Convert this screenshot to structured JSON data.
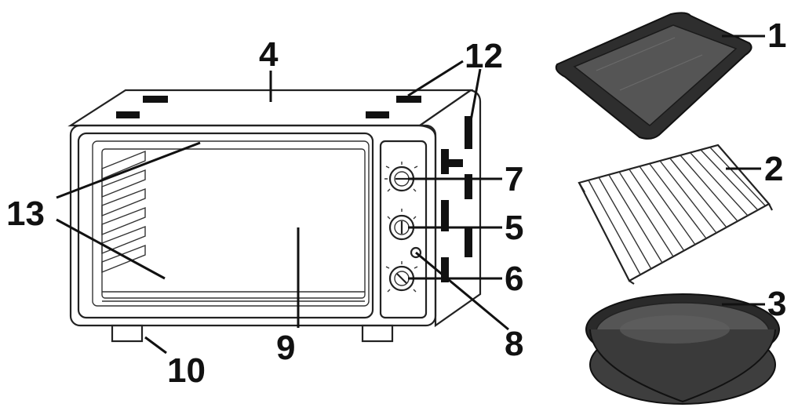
{
  "callouts": {
    "c1": "1",
    "c2": "2",
    "c3": "3",
    "c4": "4",
    "c5": "5",
    "c6": "6",
    "c7": "7",
    "c8": "8",
    "c9": "9",
    "c10": "10",
    "c12": "12",
    "c13": "13"
  },
  "colors": {
    "ink": "#111111",
    "tray_enamel": "#3a3a3a",
    "pan_enamel": "#4a4a4a",
    "background": "#ffffff"
  }
}
